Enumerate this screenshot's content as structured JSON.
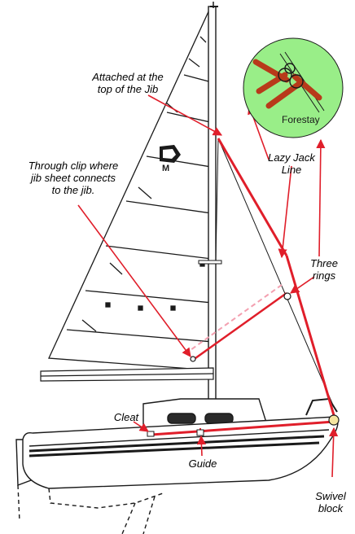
{
  "labels": {
    "top_of_jib": [
      "Attached at the",
      "top of the Jib"
    ],
    "through_clip": [
      "Through clip where",
      "jib sheet connects",
      "to the jib."
    ],
    "lazy_jack": [
      "Lazy Jack",
      "Line"
    ],
    "three_rings": [
      "Three",
      "rings"
    ],
    "cleat": "Cleat",
    "guide": "Guide",
    "swivel_block": [
      "Swivel",
      "block"
    ],
    "sail_insignia": "M",
    "forestay": "Forestay"
  },
  "colors": {
    "line": "#e01e2a",
    "inset_fill": "#99ee88",
    "inset_parts": "#b83a1a",
    "drawing": "#1a1a1a"
  }
}
